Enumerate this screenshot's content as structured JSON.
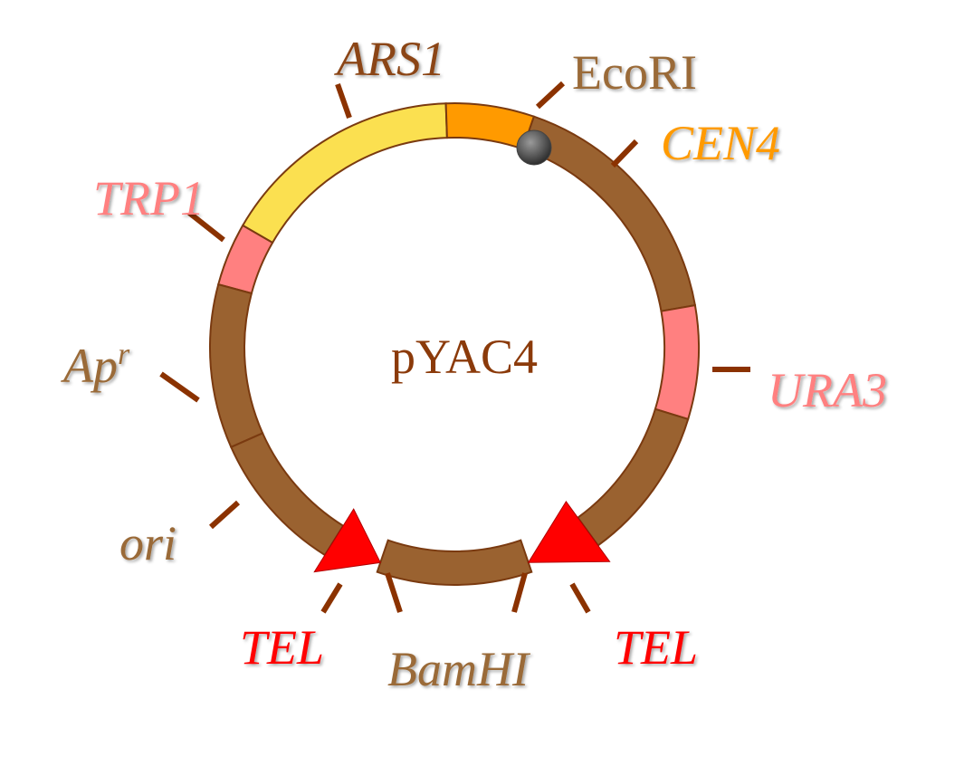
{
  "plasmid": {
    "name": "pYAC4",
    "labels": {
      "ars1": "ARS1",
      "ecori": "EcoRI",
      "cen4": "CEN4",
      "trp1": "TRP1",
      "apr_base": "Ap",
      "apr_sup": "r",
      "ura3": "URA3",
      "ori": "ori",
      "tel_left": "TEL",
      "bamhi": "BamHI",
      "tel_right": "TEL"
    }
  },
  "colors": {
    "backbone_brown": "#9a6230",
    "outline_brown": "#7a3a10",
    "ars_yellow": "#fbe050",
    "cen_orange": "#ff9a00",
    "marker_pink": "#ff8080",
    "tel_red": "#ff0000",
    "tick_brown": "#8b3200",
    "label_brown": "#8b4513",
    "label_tan": "#9a6a38"
  }
}
